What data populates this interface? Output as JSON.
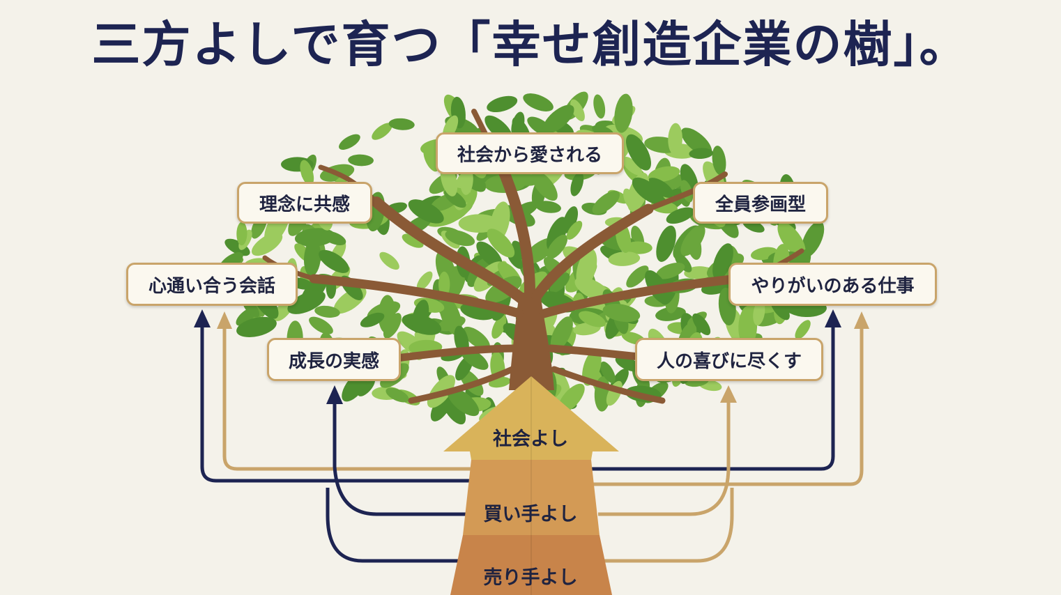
{
  "title": "三方よしで育つ「幸せ創造企業の樹」。",
  "tiers": [
    {
      "label": "社会よし",
      "color": "#d9b35a"
    },
    {
      "label": "買い手よし",
      "color": "#d39a55"
    },
    {
      "label": "売り手よし",
      "color": "#c8844a"
    }
  ],
  "labels": {
    "top": "社会から愛される",
    "upper_left": "理念に共感",
    "upper_right": "全員参画型",
    "mid_left": "心通い合う会話",
    "mid_right": "やりがいのある仕事",
    "low_left": "成長の実感",
    "low_right": "人の喜びに尽くす"
  },
  "colors": {
    "navy": "#1d2452",
    "gold": "#c9a46a",
    "trunk": "#8a5a36",
    "leaf_dark": "#4e8f2f",
    "leaf_light": "#86bd4a"
  }
}
